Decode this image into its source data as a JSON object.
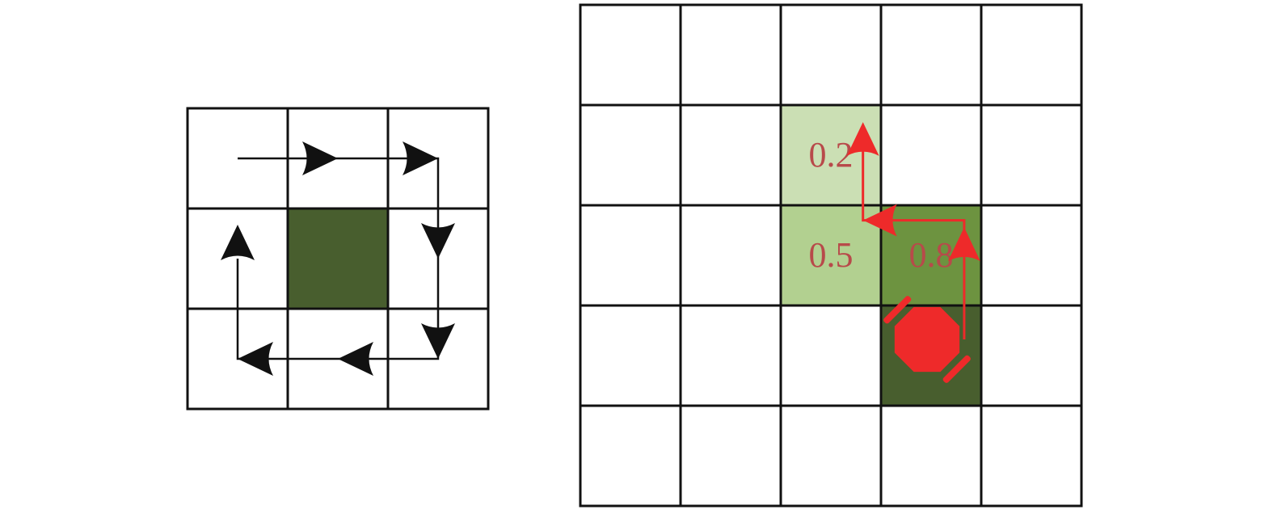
{
  "colors": {
    "grid": "#111111",
    "obstacle": "#485e2e",
    "cell_light": "#cbdfb4",
    "cell_mid": "#b2d090",
    "cell_strong": "#6d9340",
    "agent": "#ee2a2a",
    "label": "#b84a4a"
  },
  "left_grid": {
    "rows": 3,
    "cols": 3,
    "obstacle_cell": {
      "row": 1,
      "col": 1
    },
    "path_cells": [
      {
        "row": 0,
        "col": 0
      },
      {
        "row": 0,
        "col": 1
      },
      {
        "row": 0,
        "col": 2
      },
      {
        "row": 1,
        "col": 2
      },
      {
        "row": 2,
        "col": 2
      },
      {
        "row": 2,
        "col": 1
      },
      {
        "row": 2,
        "col": 0
      },
      {
        "row": 1,
        "col": 0
      }
    ],
    "arrowhead_directions": [
      "right",
      "right",
      "down",
      "down",
      "left",
      "left",
      "up"
    ]
  },
  "right_grid": {
    "rows": 5,
    "cols": 5,
    "agent_cell": {
      "row": 3,
      "col": 3
    },
    "shaded_cells": [
      {
        "row": 1,
        "col": 2,
        "shade": "cell_light"
      },
      {
        "row": 2,
        "col": 2,
        "shade": "cell_mid"
      },
      {
        "row": 2,
        "col": 3,
        "shade": "cell_strong"
      },
      {
        "row": 3,
        "col": 3,
        "shade": "obstacle"
      }
    ],
    "values": [
      {
        "row": 1,
        "col": 2,
        "text": "0.2"
      },
      {
        "row": 2,
        "col": 2,
        "text": "0.5"
      },
      {
        "row": 2,
        "col": 3,
        "text": "0.8"
      }
    ]
  }
}
